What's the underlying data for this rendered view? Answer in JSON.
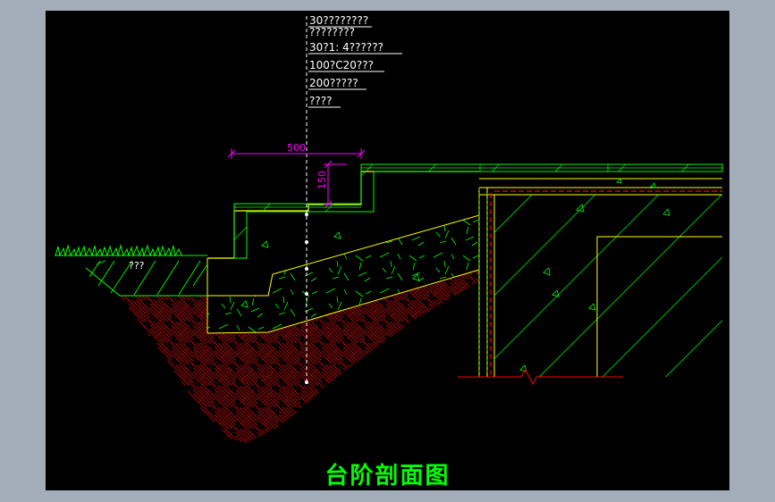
{
  "window": {
    "background": "#a3adb9",
    "canvas_background": "#000000"
  },
  "colors": {
    "structure": "#ffff00",
    "hatch": "#00ff00",
    "soil": "#ff0000",
    "dimension": "#ff00ff",
    "text": "#ffffff",
    "waterproof": "#ff0000",
    "axis": "#ffffff",
    "title": "#00ff00"
  },
  "leader_notes": [
    "30????????",
    "????????",
    "30?1: 4??????",
    "100?C20???",
    "200?????",
    "????"
  ],
  "dimensions": {
    "horizontal": "500",
    "vertical": "150"
  },
  "labels": {
    "ground": "???"
  },
  "title": "台阶剖面图"
}
